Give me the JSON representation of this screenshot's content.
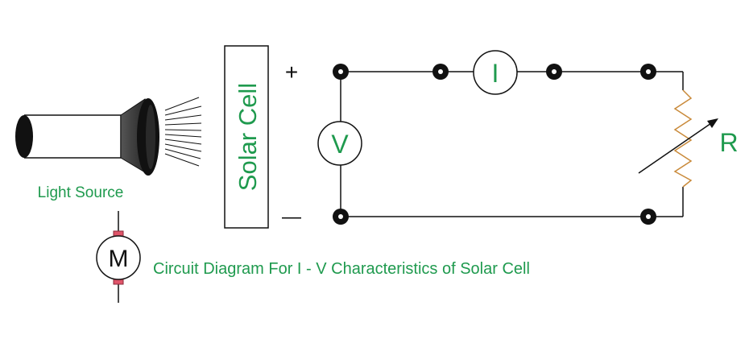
{
  "labels": {
    "light_source": "Light Source",
    "solar_cell": "Solar Cell",
    "plus": "+",
    "minus": "—",
    "voltmeter": "V",
    "ammeter": "I",
    "resistor": "R",
    "motor": "M",
    "caption": "Circuit Diagram For I - V Characteristics of Solar Cell"
  },
  "colors": {
    "text_green": "#1f9a4e",
    "line": "#111111",
    "resistor": "#c98a3a",
    "motor_terminal": "#e0556a"
  }
}
